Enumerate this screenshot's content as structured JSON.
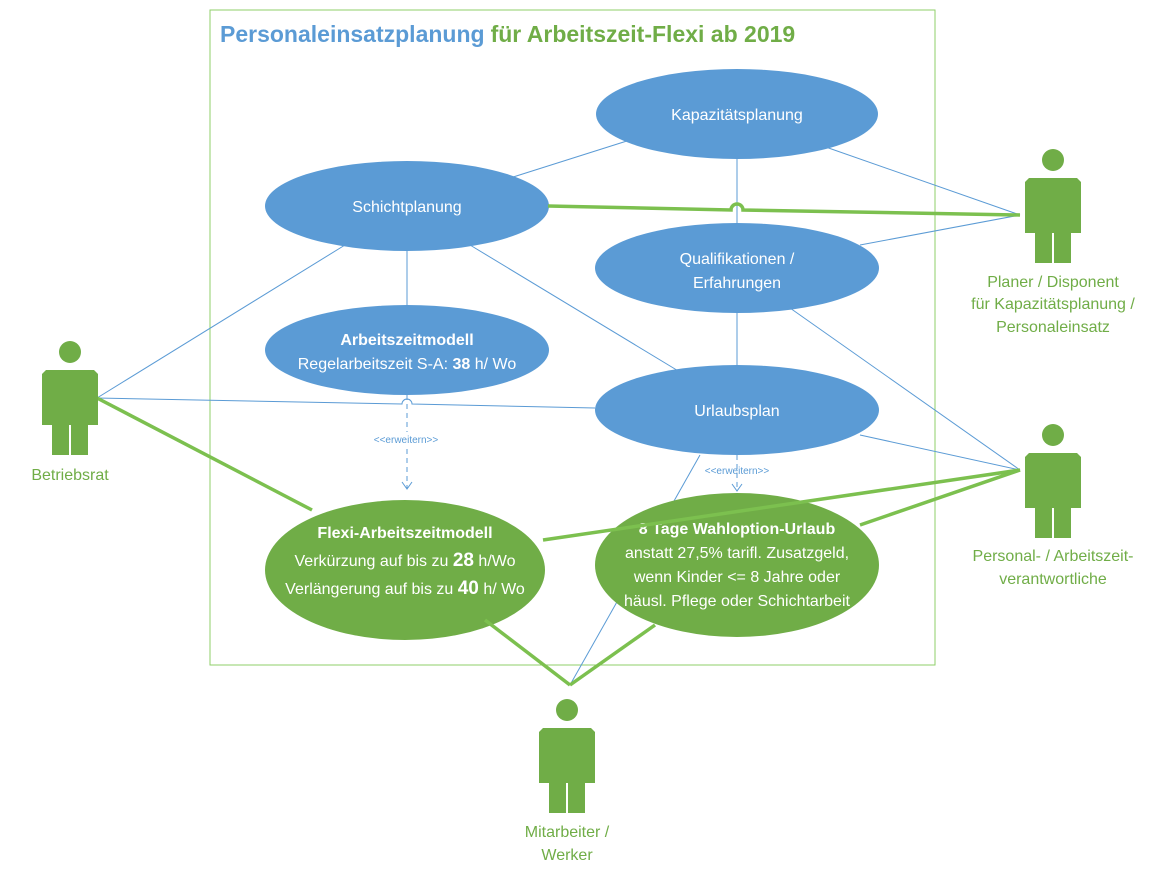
{
  "title": {
    "part1": "Personaleinsatzplanung",
    "part2": "für Arbeitszeit-Flexi ab 2019"
  },
  "colors": {
    "blue": "#5b9bd5",
    "green": "#70ad47",
    "line_green": "#7cc04f"
  },
  "use_cases": {
    "kapazitaet": "Kapazitätsplanung",
    "schicht": "Schichtplanung",
    "qualifikation": {
      "line1": "Qualifikationen /",
      "line2": "Erfahrungen"
    },
    "arbeitszeitmodell": {
      "title": "Arbeitszeitmodell",
      "line2_pre": "Regelarbeitszeit S-A: ",
      "line2_num": "38",
      "line2_post": " h/ Wo"
    },
    "urlaub": "Urlaubsplan",
    "flexi": {
      "title": "Flexi-Arbeitszeitmodell",
      "l1_pre": "Verkürzung auf bis zu ",
      "l1_num": "28",
      "l1_post": " h/Wo",
      "l2_pre": "Verlängerung auf bis zu ",
      "l2_num": "40",
      "l2_post": " h/ Wo"
    },
    "wahloption": {
      "title": "8 Tage Wahloption-Urlaub",
      "line1": "anstatt 27,5% tarifl. Zusatzgeld,",
      "line2": "wenn Kinder <= 8 Jahre oder",
      "line3": "häusl. Pflege oder Schichtarbeit"
    }
  },
  "extend_label": "<<erweitern>>",
  "actors": {
    "betriebsrat": "Betriebsrat",
    "planer": {
      "line1": "Planer / Disponent",
      "line2": "für Kapazitätsplanung  /",
      "line3": "Personaleinsatz"
    },
    "personal": {
      "line1": "Personal- / Arbeitszeit-",
      "line2": "verantwortliche"
    },
    "mitarbeiter": {
      "line1": "Mitarbeiter /",
      "line2": "Werker"
    }
  }
}
